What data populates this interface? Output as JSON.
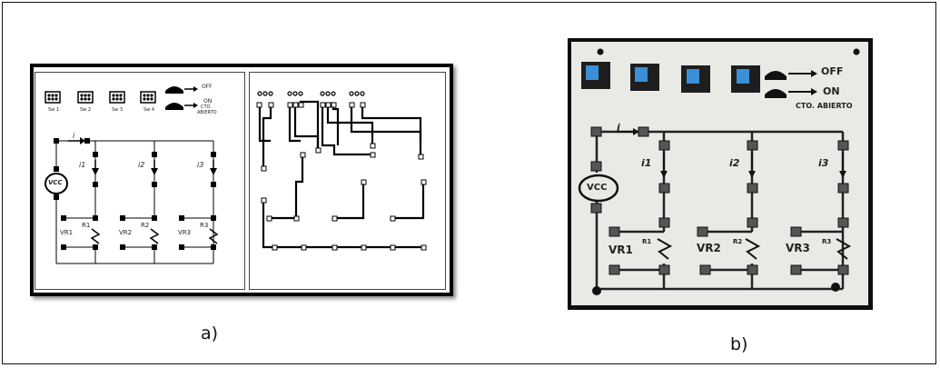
{
  "figure_a": {
    "caption": "a)",
    "switch_labels": [
      "Sw 1",
      "Sw 2",
      "Sw 3",
      "Sw 4"
    ],
    "legend": {
      "off": "OFF",
      "on": "ON",
      "open1": "CTO.",
      "open2": "ABIERTO"
    },
    "current_labels": [
      "i",
      "i1",
      "i2",
      "i3"
    ],
    "source_label": "VCC",
    "resistor_labels": [
      "R1",
      "R2",
      "R3"
    ],
    "pot_labels": [
      "VR1",
      "VR2",
      "VR3"
    ]
  },
  "figure_b": {
    "caption": "b)",
    "legend": {
      "off": "OFF",
      "on": "ON",
      "open": "CTO. ABIERTO"
    },
    "current_labels": [
      "i",
      "i1",
      "i2",
      "i3"
    ],
    "source_label": "VCC",
    "resistor_labels": [
      "R1",
      "R2",
      "R3"
    ],
    "pot_labels": [
      "VR1",
      "VR2",
      "VR3"
    ],
    "colors": {
      "button": "#3a8fd6",
      "board": "#e9e9e6",
      "frame": "#0e0e0e"
    }
  }
}
